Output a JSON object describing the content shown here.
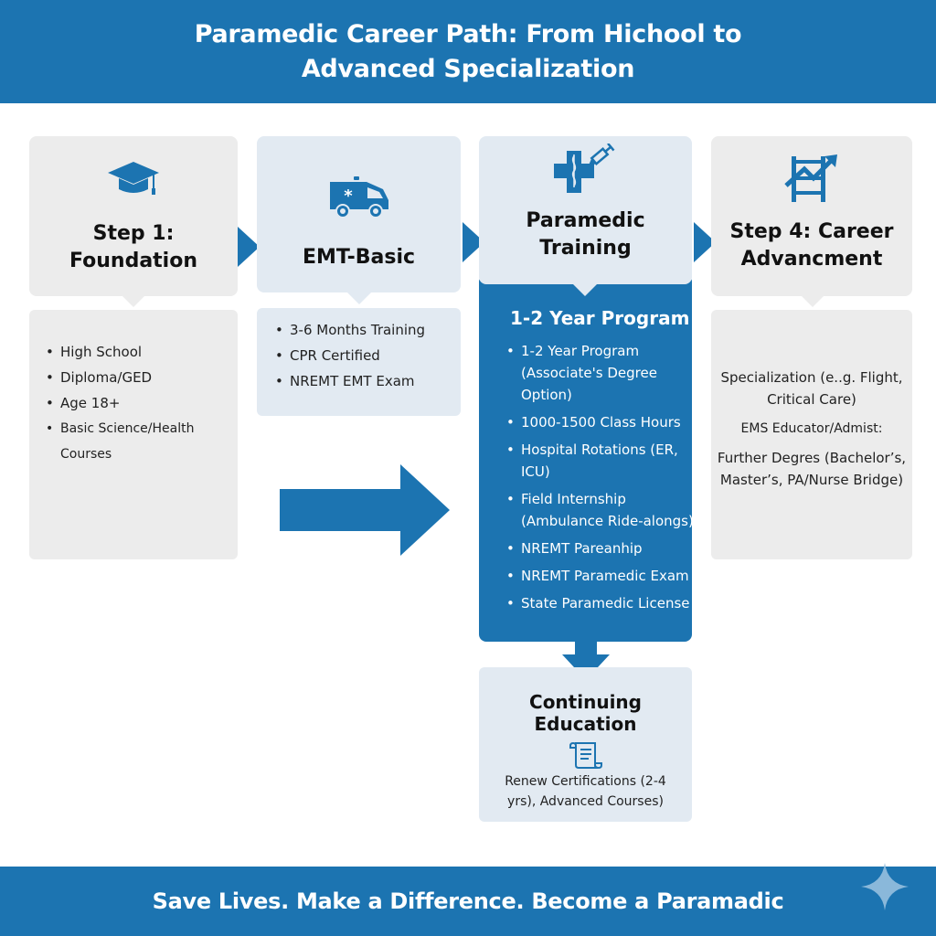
{
  "header": {
    "title": "Paramedic Career Path: From Hichool to Advanced Specialization"
  },
  "colors": {
    "brand_blue": "#1c74b1",
    "card_gray": "#ececec",
    "card_light_blue": "#e2eaf2",
    "sparkle": "#8ab8da"
  },
  "steps": [
    {
      "icon": "graduation-cap-icon",
      "title": "Step 1: Foundation",
      "bullets": [
        "High School",
        "Diploma/GED",
        "Age 18+",
        "Basic Science/Health Courses"
      ]
    },
    {
      "icon": "ambulance-icon",
      "title": "EMT-Basic",
      "bullets": [
        "3-6 Months Training",
        "CPR Certified",
        "NREMT EMT Exam"
      ]
    },
    {
      "icon": "medical-cross-syringe-icon",
      "title": "Paramedic Training",
      "subtitle": "1-2 Year Program",
      "bullets": [
        "1-2 Year Program (Associate's Degree Option)",
        "1000-1500 Class Hours",
        "Hospital Rotations (ER, ICU)",
        "Field Internship (Ambulance Ride-alongs)",
        "NREMT Pareanhip",
        "NREMT Paramedic Exam",
        "State Paramedic License"
      ]
    },
    {
      "icon": "career-ladder-icon",
      "title": "Step 4: Career Advancment",
      "items": [
        "Specialization (e..g. Flight, Critical Care)",
        "EMS Educator/Admist:",
        "Further Degres (Bachelor’s, Master’s, PA/Nurse Bridge)"
      ]
    }
  ],
  "continuing_education": {
    "icon": "certificate-scroll-icon",
    "title": "Continuing Education",
    "description": "Renew Certifications (2-4 yrs), Advanced Courses)"
  },
  "footer": {
    "tagline": "Save Lives. Make a Difference. Become a Paramadic",
    "decoration": "sparkle-icon"
  }
}
